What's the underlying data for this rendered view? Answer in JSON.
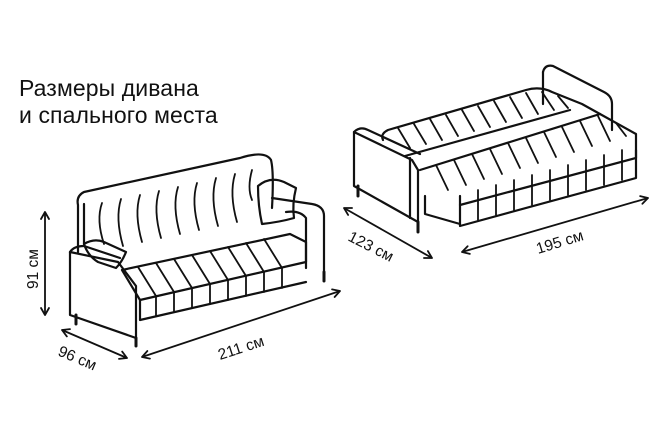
{
  "title": {
    "line1": "Размеры дивана",
    "line2": "и спального места"
  },
  "dimensions": {
    "height": "91 см",
    "depth": "96 см",
    "width": "211 см",
    "bed_depth": "123 см",
    "bed_length": "195 см"
  },
  "colors": {
    "ink": "#111111",
    "background": "#ffffff"
  }
}
